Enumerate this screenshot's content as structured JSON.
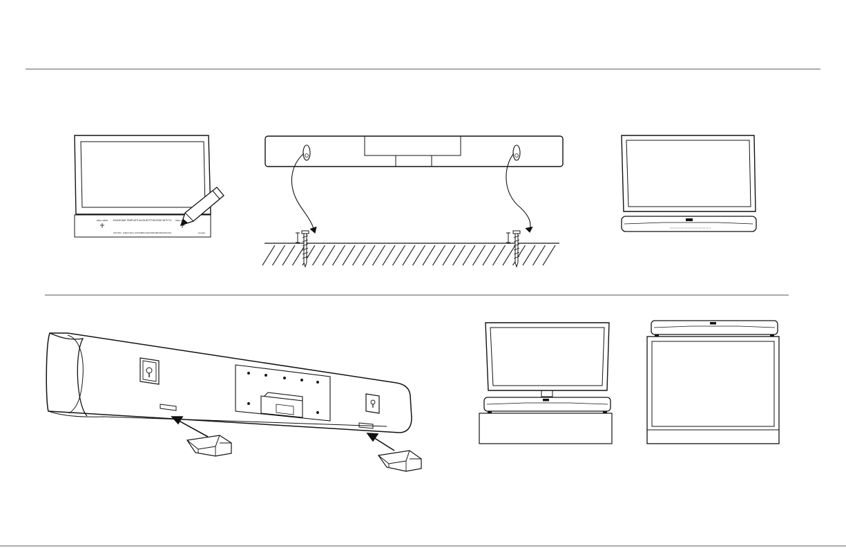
{
  "template": {
    "title_line": "SOUND BAR TEMPLATE  ALIGN BOTTOM EDGE WITH TV",
    "bottom_line": "CAUTION - CHECK WALL FOR WIRES AND PIPES BEFORE DRILLING",
    "corner_text": "template",
    "left_mark": "DRILL HERE",
    "right_mark": "DRILL HERE"
  },
  "icons": [
    "tv-outline-icon",
    "pencil-icon",
    "screw-icon",
    "wall-hatch-icon",
    "arrow-icon",
    "rubber-foot-icon",
    "keyhole-icon"
  ],
  "colors": {
    "line": "#111111",
    "fill": "#ffffff",
    "rule": "#555555"
  }
}
